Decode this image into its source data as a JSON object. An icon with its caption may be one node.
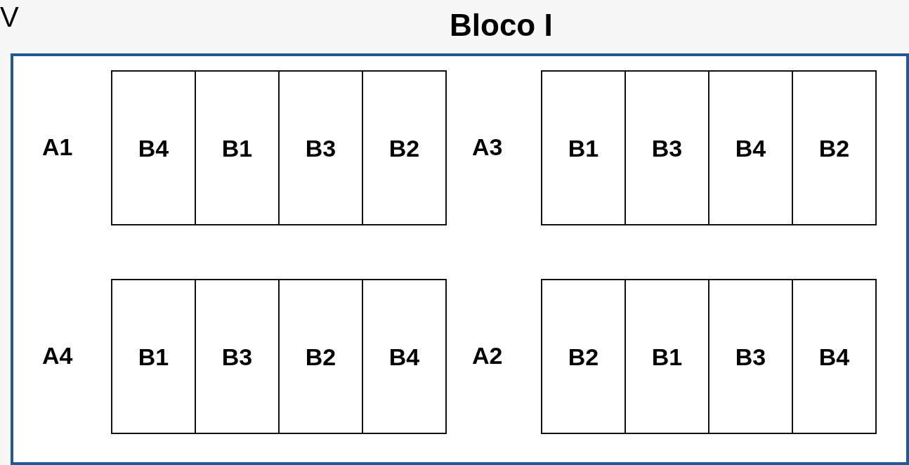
{
  "diagram": {
    "nodes": [
      {
        "text": [
          "Bloco I"
        ]
      },
      {
        "text": [
          "A1"
        ],
        "in": 0
      },
      {
        "text": [
          "B4"
        ],
        "in": 1
      },
      {
        "text": [
          "B1"
        ],
        "in": 1
      },
      {
        "text": [
          "B3"
        ],
        "in": 1
      },
      {
        "text": [
          "B2"
        ],
        "in": 1
      },
      {
        "text": [
          "A3"
        ],
        "in": 0
      },
      {
        "text": [
          "B1"
        ],
        "in": 6
      },
      {
        "text": [
          "B3"
        ],
        "in": 6
      },
      {
        "text": [
          "B4"
        ],
        "in": 6
      },
      {
        "text": [
          "B2"
        ],
        "in": 6
      },
      {
        "text": [
          "A4"
        ],
        "in": 0
      },
      {
        "text": [
          "B1"
        ],
        "in": 11
      },
      {
        "text": [
          "B3"
        ],
        "in": 11
      },
      {
        "text": [
          "B2"
        ],
        "in": 11
      },
      {
        "text": [
          "B4"
        ],
        "in": 11
      },
      {
        "text": [
          "A2"
        ],
        "in": 0
      },
      {
        "text": [
          "B2"
        ],
        "in": 16
      },
      {
        "text": [
          "B1"
        ],
        "in": 16
      },
      {
        "text": [
          "B3"
        ],
        "in": 16
      },
      {
        "text": [
          "B4"
        ],
        "in": 16
      }
    ],
    "labels": [
      "V"
    ]
  }
}
